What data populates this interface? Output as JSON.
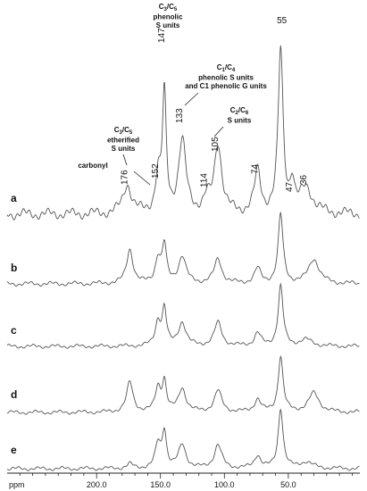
{
  "chart_data": {
    "type": "line",
    "title": "",
    "xlabel": "ppm",
    "ylabel": "",
    "xlim": [
      270,
      -6
    ],
    "x_axis_reversed": true,
    "x_ticks": [
      200.0,
      150.0,
      100.0,
      50.0
    ],
    "x_tick_labels": [
      "200.0",
      "150.0",
      "100.0",
      "50.0"
    ],
    "grid": false,
    "legend": "none",
    "line_color": "#555555",
    "stack_order_top_to_bottom": [
      "a",
      "b",
      "c",
      "d",
      "e"
    ],
    "series": [
      {
        "name": "a",
        "peaks": [
          {
            "x": 176,
            "h": 0.25,
            "w": 4
          },
          {
            "x": 152,
            "h": 0.3,
            "w": 2.5
          },
          {
            "x": 147,
            "h": 1.0,
            "w": 1.8
          },
          {
            "x": 133,
            "h": 0.62,
            "w": 3.5
          },
          {
            "x": 114,
            "h": 0.1,
            "w": 3
          },
          {
            "x": 105,
            "h": 0.6,
            "w": 3.5
          },
          {
            "x": 74,
            "h": 0.35,
            "w": 3
          },
          {
            "x": 56,
            "h": 1.4,
            "w": 2.3
          },
          {
            "x": 47,
            "h": 0.25,
            "w": 2
          },
          {
            "x": 36,
            "h": 0.22,
            "w": 6
          }
        ]
      },
      {
        "name": "b",
        "peaks": [
          {
            "x": 174,
            "h": 0.7,
            "w": 3
          },
          {
            "x": 152,
            "h": 0.5,
            "w": 2.5
          },
          {
            "x": 147,
            "h": 0.75,
            "w": 2
          },
          {
            "x": 133,
            "h": 0.55,
            "w": 3.5
          },
          {
            "x": 105,
            "h": 0.5,
            "w": 3.5
          },
          {
            "x": 74,
            "h": 0.3,
            "w": 3
          },
          {
            "x": 56,
            "h": 1.4,
            "w": 2.3
          },
          {
            "x": 30,
            "h": 0.5,
            "w": 5
          }
        ]
      },
      {
        "name": "c",
        "peaks": [
          {
            "x": 152,
            "h": 0.55,
            "w": 2.5
          },
          {
            "x": 147,
            "h": 0.85,
            "w": 2
          },
          {
            "x": 133,
            "h": 0.55,
            "w": 3.5
          },
          {
            "x": 105,
            "h": 0.55,
            "w": 3.5
          },
          {
            "x": 74,
            "h": 0.3,
            "w": 3
          },
          {
            "x": 56,
            "h": 1.4,
            "w": 2.3
          },
          {
            "x": 36,
            "h": 0.15,
            "w": 6
          }
        ]
      },
      {
        "name": "d",
        "peaks": [
          {
            "x": 174,
            "h": 0.7,
            "w": 3
          },
          {
            "x": 152,
            "h": 0.55,
            "w": 2.5
          },
          {
            "x": 147,
            "h": 0.7,
            "w": 2
          },
          {
            "x": 133,
            "h": 0.55,
            "w": 3.5
          },
          {
            "x": 105,
            "h": 0.5,
            "w": 3.5
          },
          {
            "x": 74,
            "h": 0.3,
            "w": 3
          },
          {
            "x": 56,
            "h": 1.3,
            "w": 2.3
          },
          {
            "x": 30,
            "h": 0.45,
            "w": 5
          }
        ]
      },
      {
        "name": "e",
        "peaks": [
          {
            "x": 174,
            "h": 0.1,
            "w": 3
          },
          {
            "x": 152,
            "h": 0.55,
            "w": 2.5
          },
          {
            "x": 147,
            "h": 0.85,
            "w": 2
          },
          {
            "x": 133,
            "h": 0.55,
            "w": 3.5
          },
          {
            "x": 105,
            "h": 0.55,
            "w": 3.5
          },
          {
            "x": 74,
            "h": 0.3,
            "w": 3
          },
          {
            "x": 56,
            "h": 1.4,
            "w": 2.3
          },
          {
            "x": 36,
            "h": 0.15,
            "w": 6
          }
        ]
      }
    ],
    "peak_labels": [
      {
        "text": "176",
        "x": 176
      },
      {
        "text": "152",
        "x": 152
      },
      {
        "text": "147",
        "x": 147
      },
      {
        "text": "133",
        "x": 133
      },
      {
        "text": "114",
        "x": 114
      },
      {
        "text": "105",
        "x": 105
      },
      {
        "text": "74",
        "x": 74
      },
      {
        "text": "55",
        "x": 55
      },
      {
        "text": "47",
        "x": 47
      },
      {
        "text": "36",
        "x": 36
      }
    ],
    "annotations": [
      {
        "lines": [
          "carbonyl"
        ],
        "target_x": 176
      },
      {
        "lines": [
          "C3/C5",
          "etherified",
          "S units"
        ],
        "target_x": 152
      },
      {
        "lines": [
          "C3/C5",
          "phenolic",
          "S units"
        ],
        "target_x": 147
      },
      {
        "lines": [
          "C1/C4",
          "phenolic S units",
          "and C1 phenolic G units"
        ],
        "target_x": 133
      },
      {
        "lines": [
          "C2/C6",
          "S units"
        ],
        "target_x": 105
      }
    ]
  }
}
